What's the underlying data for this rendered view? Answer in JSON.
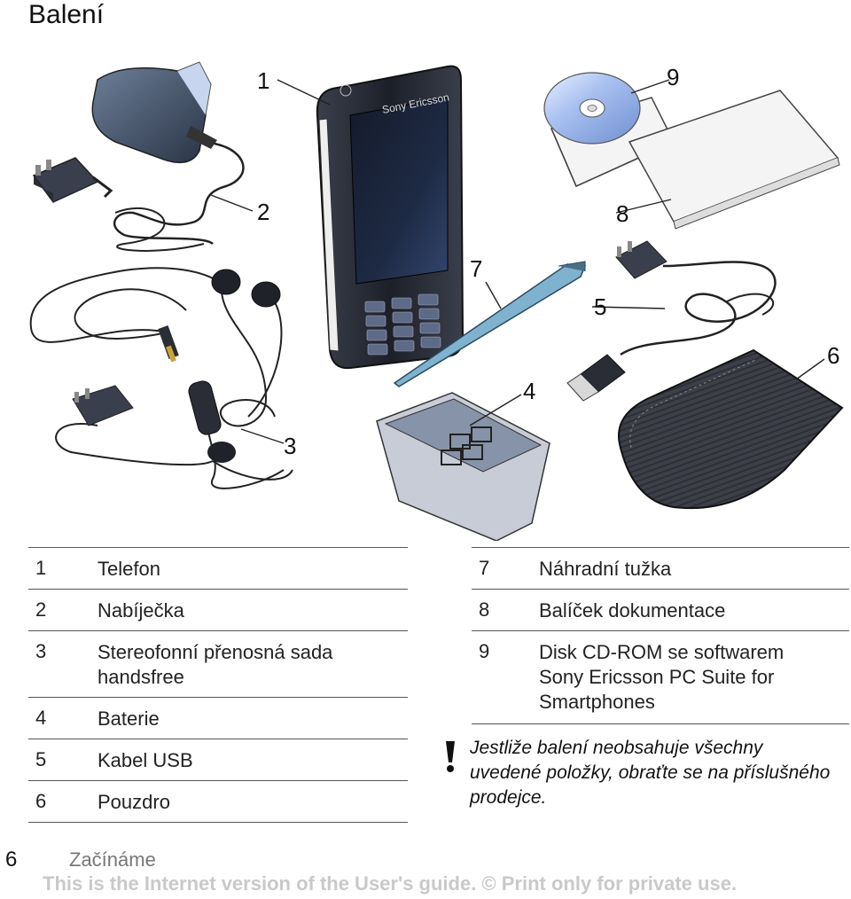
{
  "page": {
    "title": "Balení",
    "page_number": "6",
    "section": "Začínáme",
    "disclaimer": "This is the Internet version of the User's guide. © Print only for private use."
  },
  "illustration": {
    "brand": "Sony Ericsson",
    "callouts": [
      "1",
      "2",
      "3",
      "4",
      "5",
      "6",
      "7",
      "8",
      "9"
    ]
  },
  "items_left": [
    {
      "num": "1",
      "label": "Telefon"
    },
    {
      "num": "2",
      "label": "Nabíječka"
    },
    {
      "num": "3",
      "label": "Stereofonní přenosná sada handsfree"
    },
    {
      "num": "4",
      "label": "Baterie"
    },
    {
      "num": "5",
      "label": "Kabel USB"
    },
    {
      "num": "6",
      "label": "Pouzdro"
    }
  ],
  "items_right": [
    {
      "num": "7",
      "label": "Náhradní tužka"
    },
    {
      "num": "8",
      "label": "Balíček dokumentace"
    },
    {
      "num": "9",
      "label": "Disk CD-ROM se softwarem Sony Ericsson PC Suite for Smartphones"
    }
  ],
  "note": {
    "icon": "exclamation-icon",
    "text": "Jestliže balení neobsahuje všechny uvedené položky, obraťte se na příslušného prodejce."
  }
}
